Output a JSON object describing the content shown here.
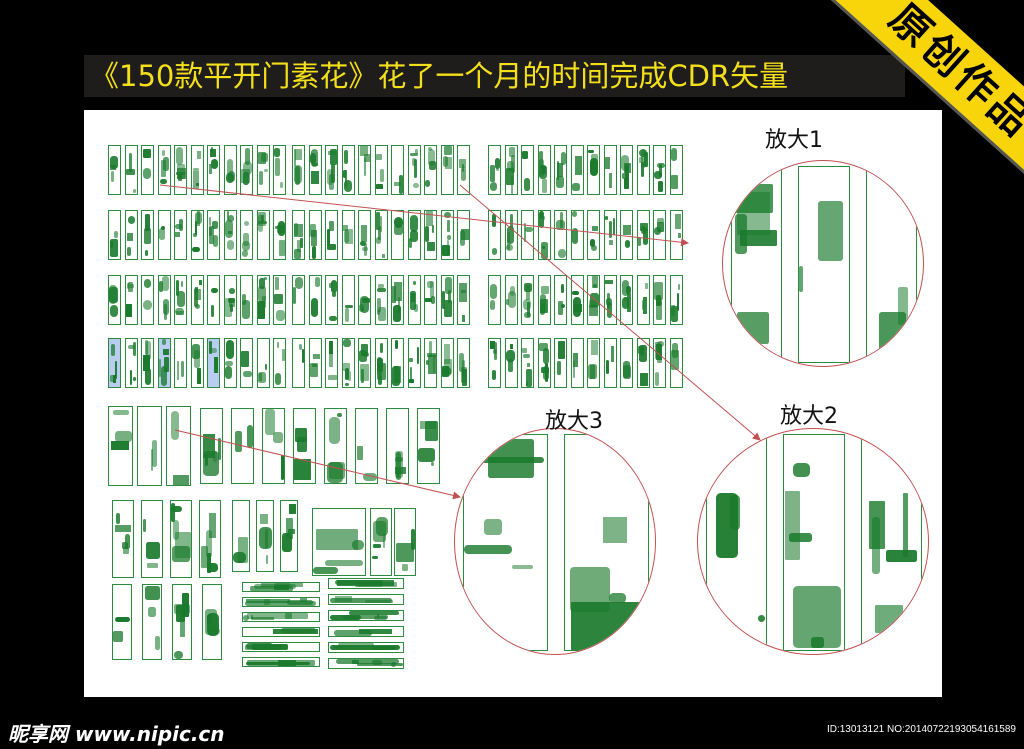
{
  "title": "《150款平开门素花》花了一个月的时间完成CDR矢量",
  "ribbon": "原创作品",
  "zooms": [
    {
      "label": "放大1"
    },
    {
      "label": "放大2"
    },
    {
      "label": "放大3"
    }
  ],
  "footer": {
    "logo": "昵享网 www.nipic.cn",
    "id": "ID:13013121 NO:20140722193054161589"
  },
  "colors": {
    "accent_green": "#1a7a2c",
    "title_yellow": "#f3df1a",
    "ribbon_yellow": "#f8d40a",
    "arrow_red": "#c25050"
  }
}
